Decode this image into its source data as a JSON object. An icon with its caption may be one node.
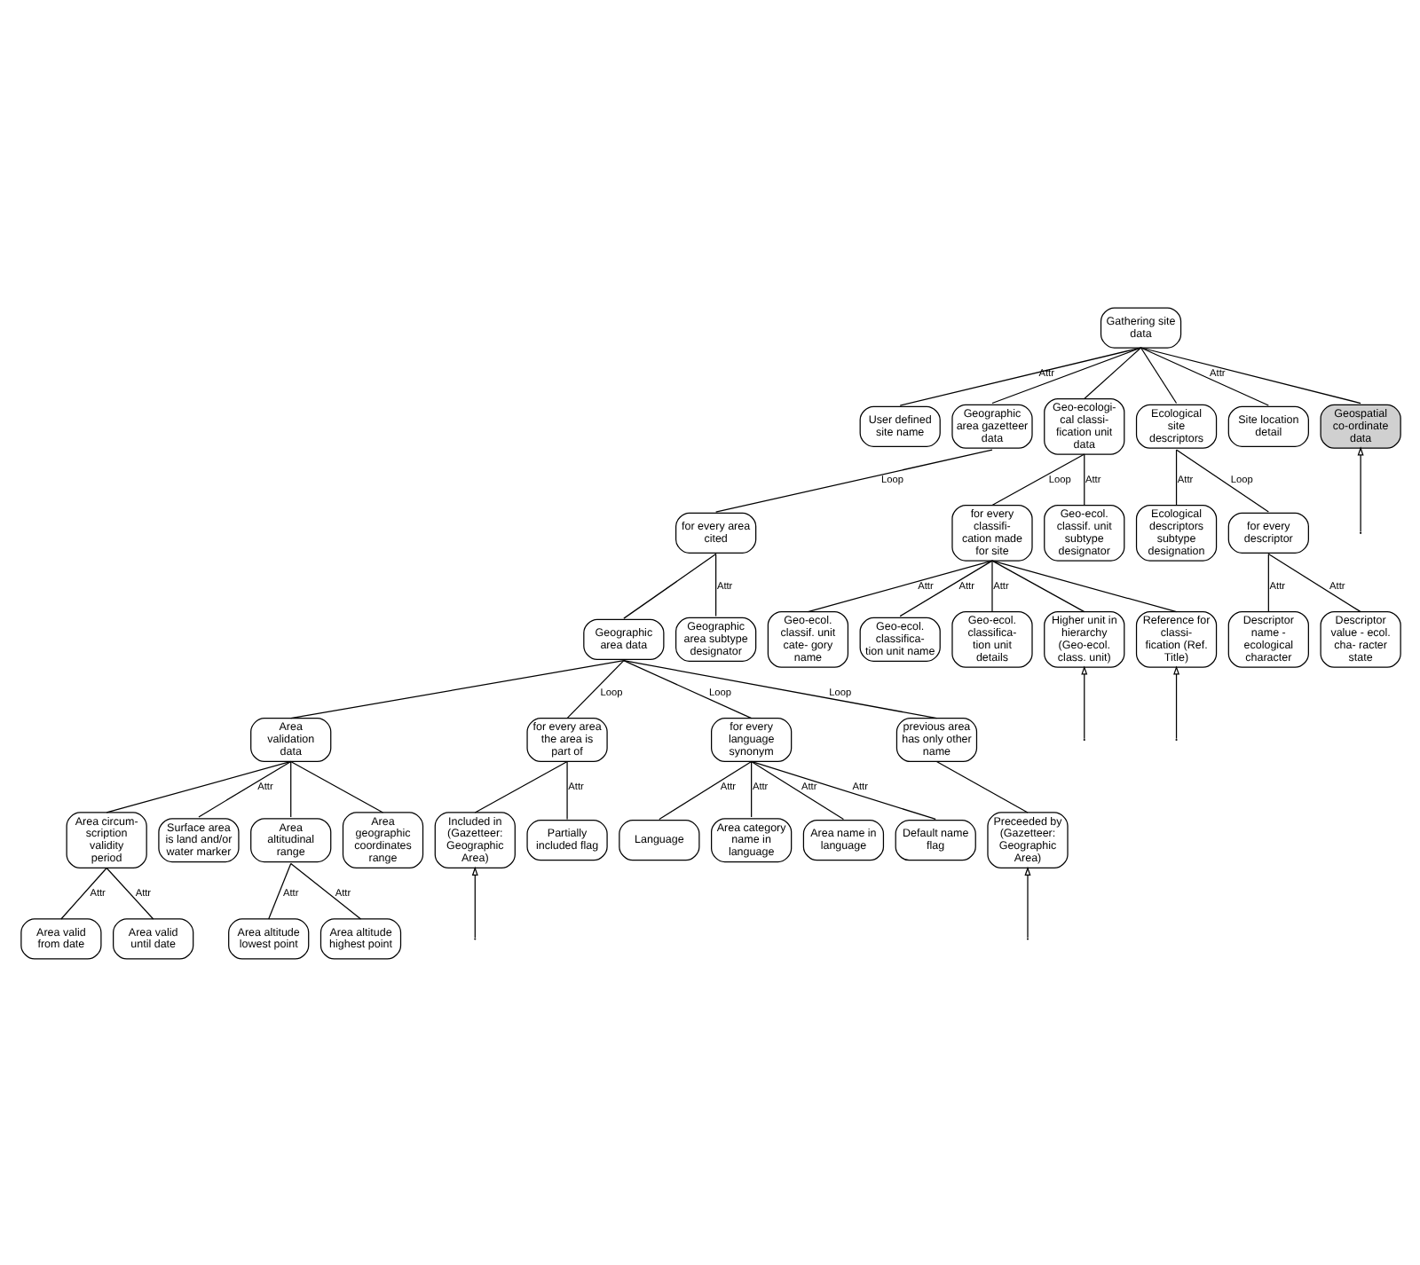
{
  "diagram": {
    "nodes": [
      {
        "text": [
          "Gathering site data"
        ]
      },
      {
        "text": [
          "User defined site name"
        ]
      },
      {
        "text": [
          "Geographic area gazetteer data"
        ]
      },
      {
        "text": [
          "Geo-ecologi- cal classi- fication unit data"
        ]
      },
      {
        "text": [
          "Ecological site descriptors"
        ]
      },
      {
        "text": [
          "Site location detail"
        ]
      },
      {
        "text": [
          "Geospatial co-ordinate data"
        ]
      },
      {
        "text": [
          "for every area cited"
        ]
      },
      {
        "text": [
          "for every classifi- cation made for site"
        ]
      },
      {
        "text": [
          "Geo-ecol. classif. unit subtype designator"
        ]
      },
      {
        "text": [
          "Ecological descriptors subtype designation"
        ]
      },
      {
        "text": [
          "for every descriptor"
        ]
      },
      {
        "text": [
          "Geographic area data"
        ]
      },
      {
        "text": [
          "Geographic area subtype designator"
        ]
      },
      {
        "text": [
          "Geo-ecol. classif. unit cate- gory name"
        ]
      },
      {
        "text": [
          "Geo-ecol. classifica- tion unit name"
        ]
      },
      {
        "text": [
          "Geo-ecol. classifica- tion unit details"
        ]
      },
      {
        "text": [
          "Higher unit in hierarchy (Geo-ecol. class. unit)"
        ]
      },
      {
        "text": [
          "Reference for classi- fication (Ref. Title)"
        ]
      },
      {
        "text": [
          "Descriptor name - ecological character"
        ]
      },
      {
        "text": [
          "Descriptor value - ecol. cha- racter state"
        ]
      },
      {
        "text": [
          "Area validation data"
        ]
      },
      {
        "text": [
          "for every area the area is part of"
        ]
      },
      {
        "text": [
          "for every language synonym"
        ]
      },
      {
        "text": [
          "previous area has only other name"
        ]
      },
      {
        "text": [
          "Area circum- scription validity period"
        ]
      },
      {
        "text": [
          "Surface area is land and/or water marker"
        ]
      },
      {
        "text": [
          "Area altitudinal range"
        ]
      },
      {
        "text": [
          "Area geographic coordinates range"
        ]
      },
      {
        "text": [
          "Included in (Gazetteer: Geographic Area)"
        ]
      },
      {
        "text": [
          "Partially included flag"
        ]
      },
      {
        "text": [
          "Preceeded by (Gazetteer: Geographic Area)"
        ]
      },
      {
        "text": [
          "Area valid from date"
        ]
      },
      {
        "text": [
          "Area valid until date"
        ]
      },
      {
        "text": [
          "Area altitude lowest point"
        ]
      },
      {
        "text": [
          "Area altitude highest point"
        ]
      },
      {
        "text": [
          "Language"
        ]
      },
      {
        "text": [
          "Area category name in language"
        ]
      },
      {
        "text": [
          "Area name in language"
        ]
      },
      {
        "text": [
          "Default name flag"
        ]
      }
    ],
    "edges": [
      {
        "from": 0,
        "to": 1,
        "arrow": "none",
        "label": "Attr"
      },
      {
        "from": 0,
        "to": 2,
        "arrow": "none"
      },
      {
        "from": 0,
        "to": 3,
        "arrow": "none"
      },
      {
        "from": 0,
        "to": 4,
        "arrow": "none"
      },
      {
        "from": 0,
        "to": 5,
        "arrow": "none",
        "label": "Attr"
      },
      {
        "from": 0,
        "to": 6,
        "arrow": "none"
      },
      {
        "from": null,
        "to": 6,
        "arrow": "to"
      },
      {
        "from": 2,
        "to": 7,
        "arrow": "none",
        "label": "Loop"
      },
      {
        "from": 3,
        "to": 8,
        "arrow": "none",
        "label": "Loop"
      },
      {
        "from": 3,
        "to": 9,
        "arrow": "none",
        "label": "Attr"
      },
      {
        "from": 4,
        "to": 10,
        "arrow": "none",
        "label": "Attr"
      },
      {
        "from": 4,
        "to": 11,
        "arrow": "none",
        "label": "Loop"
      },
      {
        "from": 7,
        "to": 12,
        "arrow": "none"
      },
      {
        "from": 7,
        "to": 13,
        "arrow": "none",
        "label": "Attr"
      },
      {
        "from": 8,
        "to": 14,
        "arrow": "none",
        "label": "Attr"
      },
      {
        "from": 8,
        "to": 15,
        "arrow": "none",
        "label": "Attr"
      },
      {
        "from": 8,
        "to": 16,
        "arrow": "none",
        "label": "Attr"
      },
      {
        "from": 8,
        "to": 17,
        "arrow": "none"
      },
      {
        "from": 8,
        "to": 18,
        "arrow": "none"
      },
      {
        "from": null,
        "to": 17,
        "arrow": "to"
      },
      {
        "from": null,
        "to": 18,
        "arrow": "to"
      },
      {
        "from": 11,
        "to": 19,
        "arrow": "none",
        "label": "Attr"
      },
      {
        "from": 11,
        "to": 20,
        "arrow": "none",
        "label": "Attr"
      },
      {
        "from": 12,
        "to": 21,
        "arrow": "none"
      },
      {
        "from": 12,
        "to": 22,
        "arrow": "none",
        "label": "Loop"
      },
      {
        "from": 12,
        "to": 23,
        "arrow": "none",
        "label": "Loop"
      },
      {
        "from": 12,
        "to": 24,
        "arrow": "none",
        "label": "Loop"
      },
      {
        "from": 21,
        "to": 25,
        "arrow": "none"
      },
      {
        "from": 21,
        "to": 26,
        "arrow": "none",
        "label": "Attr"
      },
      {
        "from": 21,
        "to": 27,
        "arrow": "none"
      },
      {
        "from": 21,
        "to": 28,
        "arrow": "none"
      },
      {
        "from": 22,
        "to": 29,
        "arrow": "none"
      },
      {
        "from": 22,
        "to": 30,
        "arrow": "none",
        "label": "Attr"
      },
      {
        "from": null,
        "to": 29,
        "arrow": "to"
      },
      {
        "from": 24,
        "to": 31,
        "arrow": "none"
      },
      {
        "from": null,
        "to": 31,
        "arrow": "to"
      },
      {
        "from": 25,
        "to": 32,
        "arrow": "none",
        "label": "Attr"
      },
      {
        "from": 25,
        "to": 33,
        "arrow": "none",
        "label": "Attr"
      },
      {
        "from": 27,
        "to": 34,
        "arrow": "none",
        "label": "Attr"
      },
      {
        "from": 27,
        "to": 35,
        "arrow": "none",
        "label": "Attr"
      },
      {
        "from": 23,
        "to": 36,
        "arrow": "none",
        "label": "Attr"
      },
      {
        "from": 23,
        "to": 37,
        "arrow": "none",
        "label": "Attr"
      },
      {
        "from": 23,
        "to": 38,
        "arrow": "none",
        "label": "Attr"
      },
      {
        "from": 23,
        "to": 39,
        "arrow": "none",
        "label": "Attr"
      }
    ]
  }
}
